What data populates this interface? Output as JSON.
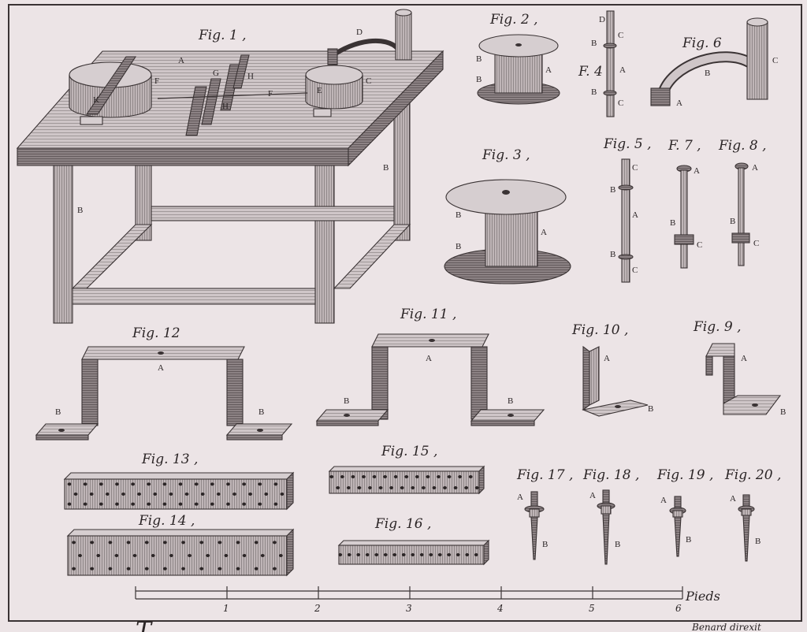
{
  "figures": {
    "fig1": "Fig. 1 ,",
    "fig2": "Fig. 2 ,",
    "fig3": "Fig. 3 ,",
    "fig4": "F. 4",
    "fig5": "Fig. 5 ,",
    "fig6": "Fig. 6",
    "fig7": "F. 7 ,",
    "fig8": "Fig. 8 ,",
    "fig9": "Fig. 9 ,",
    "fig10": "Fig. 10 ,",
    "fig11": "Fig. 11 ,",
    "fig12": "Fig. 12",
    "fig13": "Fig. 13 ,",
    "fig14": "Fig. 14 ,",
    "fig15": "Fig. 15 ,",
    "fig16": "Fig. 16 ,",
    "fig17": "Fig. 17 ,",
    "fig18": "Fig. 18 ,",
    "fig19": "Fig. 19 ,",
    "fig20": "Fig. 20 ,"
  },
  "labels": {
    "A": "A",
    "B": "B",
    "C": "C",
    "D": "D",
    "E": "E",
    "F": "F",
    "G": "G",
    "H": "H",
    "K": "K"
  },
  "scale": {
    "ticks": [
      "1",
      "2",
      "3",
      "4",
      "5",
      "6"
    ],
    "unit": "Pieds"
  },
  "footer": {
    "title_partial": "T",
    "credit_partial": "Benard direxit"
  },
  "colors": {
    "paper": "#ece4e6",
    "ink": "#3a3334"
  }
}
